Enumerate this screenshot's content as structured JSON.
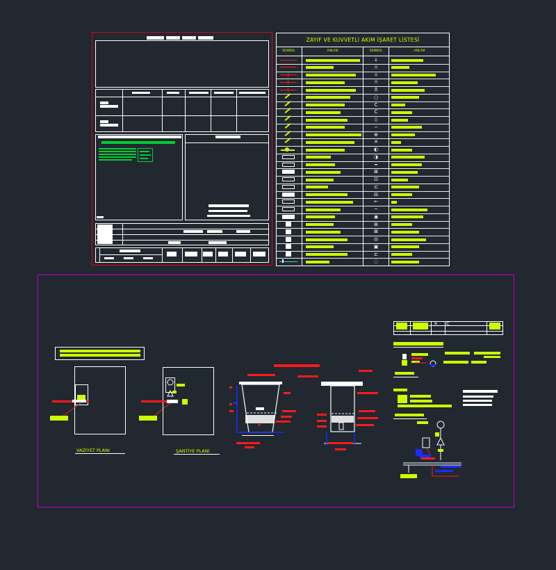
{
  "symbol_list": {
    "title": "ZAYIF VE KUVVETLI AKIM İŞARET LİSTESİ",
    "headers": [
      "SEMBOL",
      "ANLAM",
      "SEMBOL",
      "ANLAM"
    ]
  },
  "plans": {
    "site_plan_label": "VAZİYET PLANI",
    "construction_plan_label": "ŞANTİYE PLANI"
  },
  "colors": {
    "background": "#212830",
    "text_yellow": "#ccff00",
    "line_red": "#ff1a1a",
    "line_blue": "#1a2bff",
    "frame_red": "#e0001c",
    "frame_magenta": "#c800c8",
    "fill_green": "#00d030"
  }
}
